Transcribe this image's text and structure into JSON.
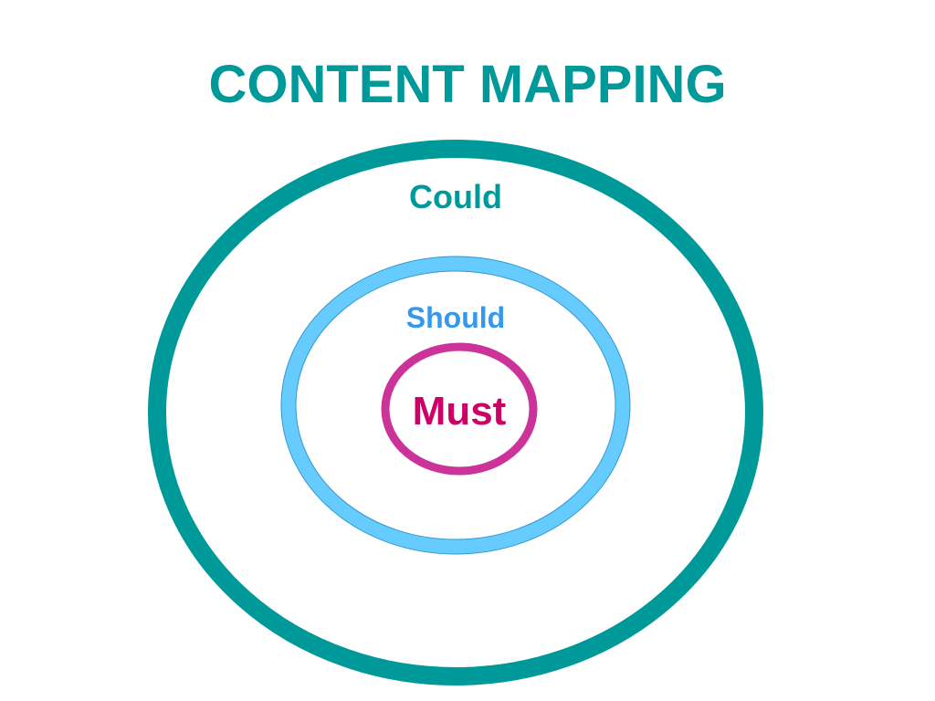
{
  "slide": {
    "title": "CONTENT MAPPING"
  },
  "diagram": {
    "rings": [
      {
        "label": "Could",
        "color": "#009999",
        "label_color": "#009999"
      },
      {
        "label": "Should",
        "color": "#66CCFF",
        "outline": "#3399CC",
        "label_color": "#3399EE"
      },
      {
        "label": "Must",
        "color": "#CC3399",
        "label_color": "#CC0066"
      }
    ]
  }
}
